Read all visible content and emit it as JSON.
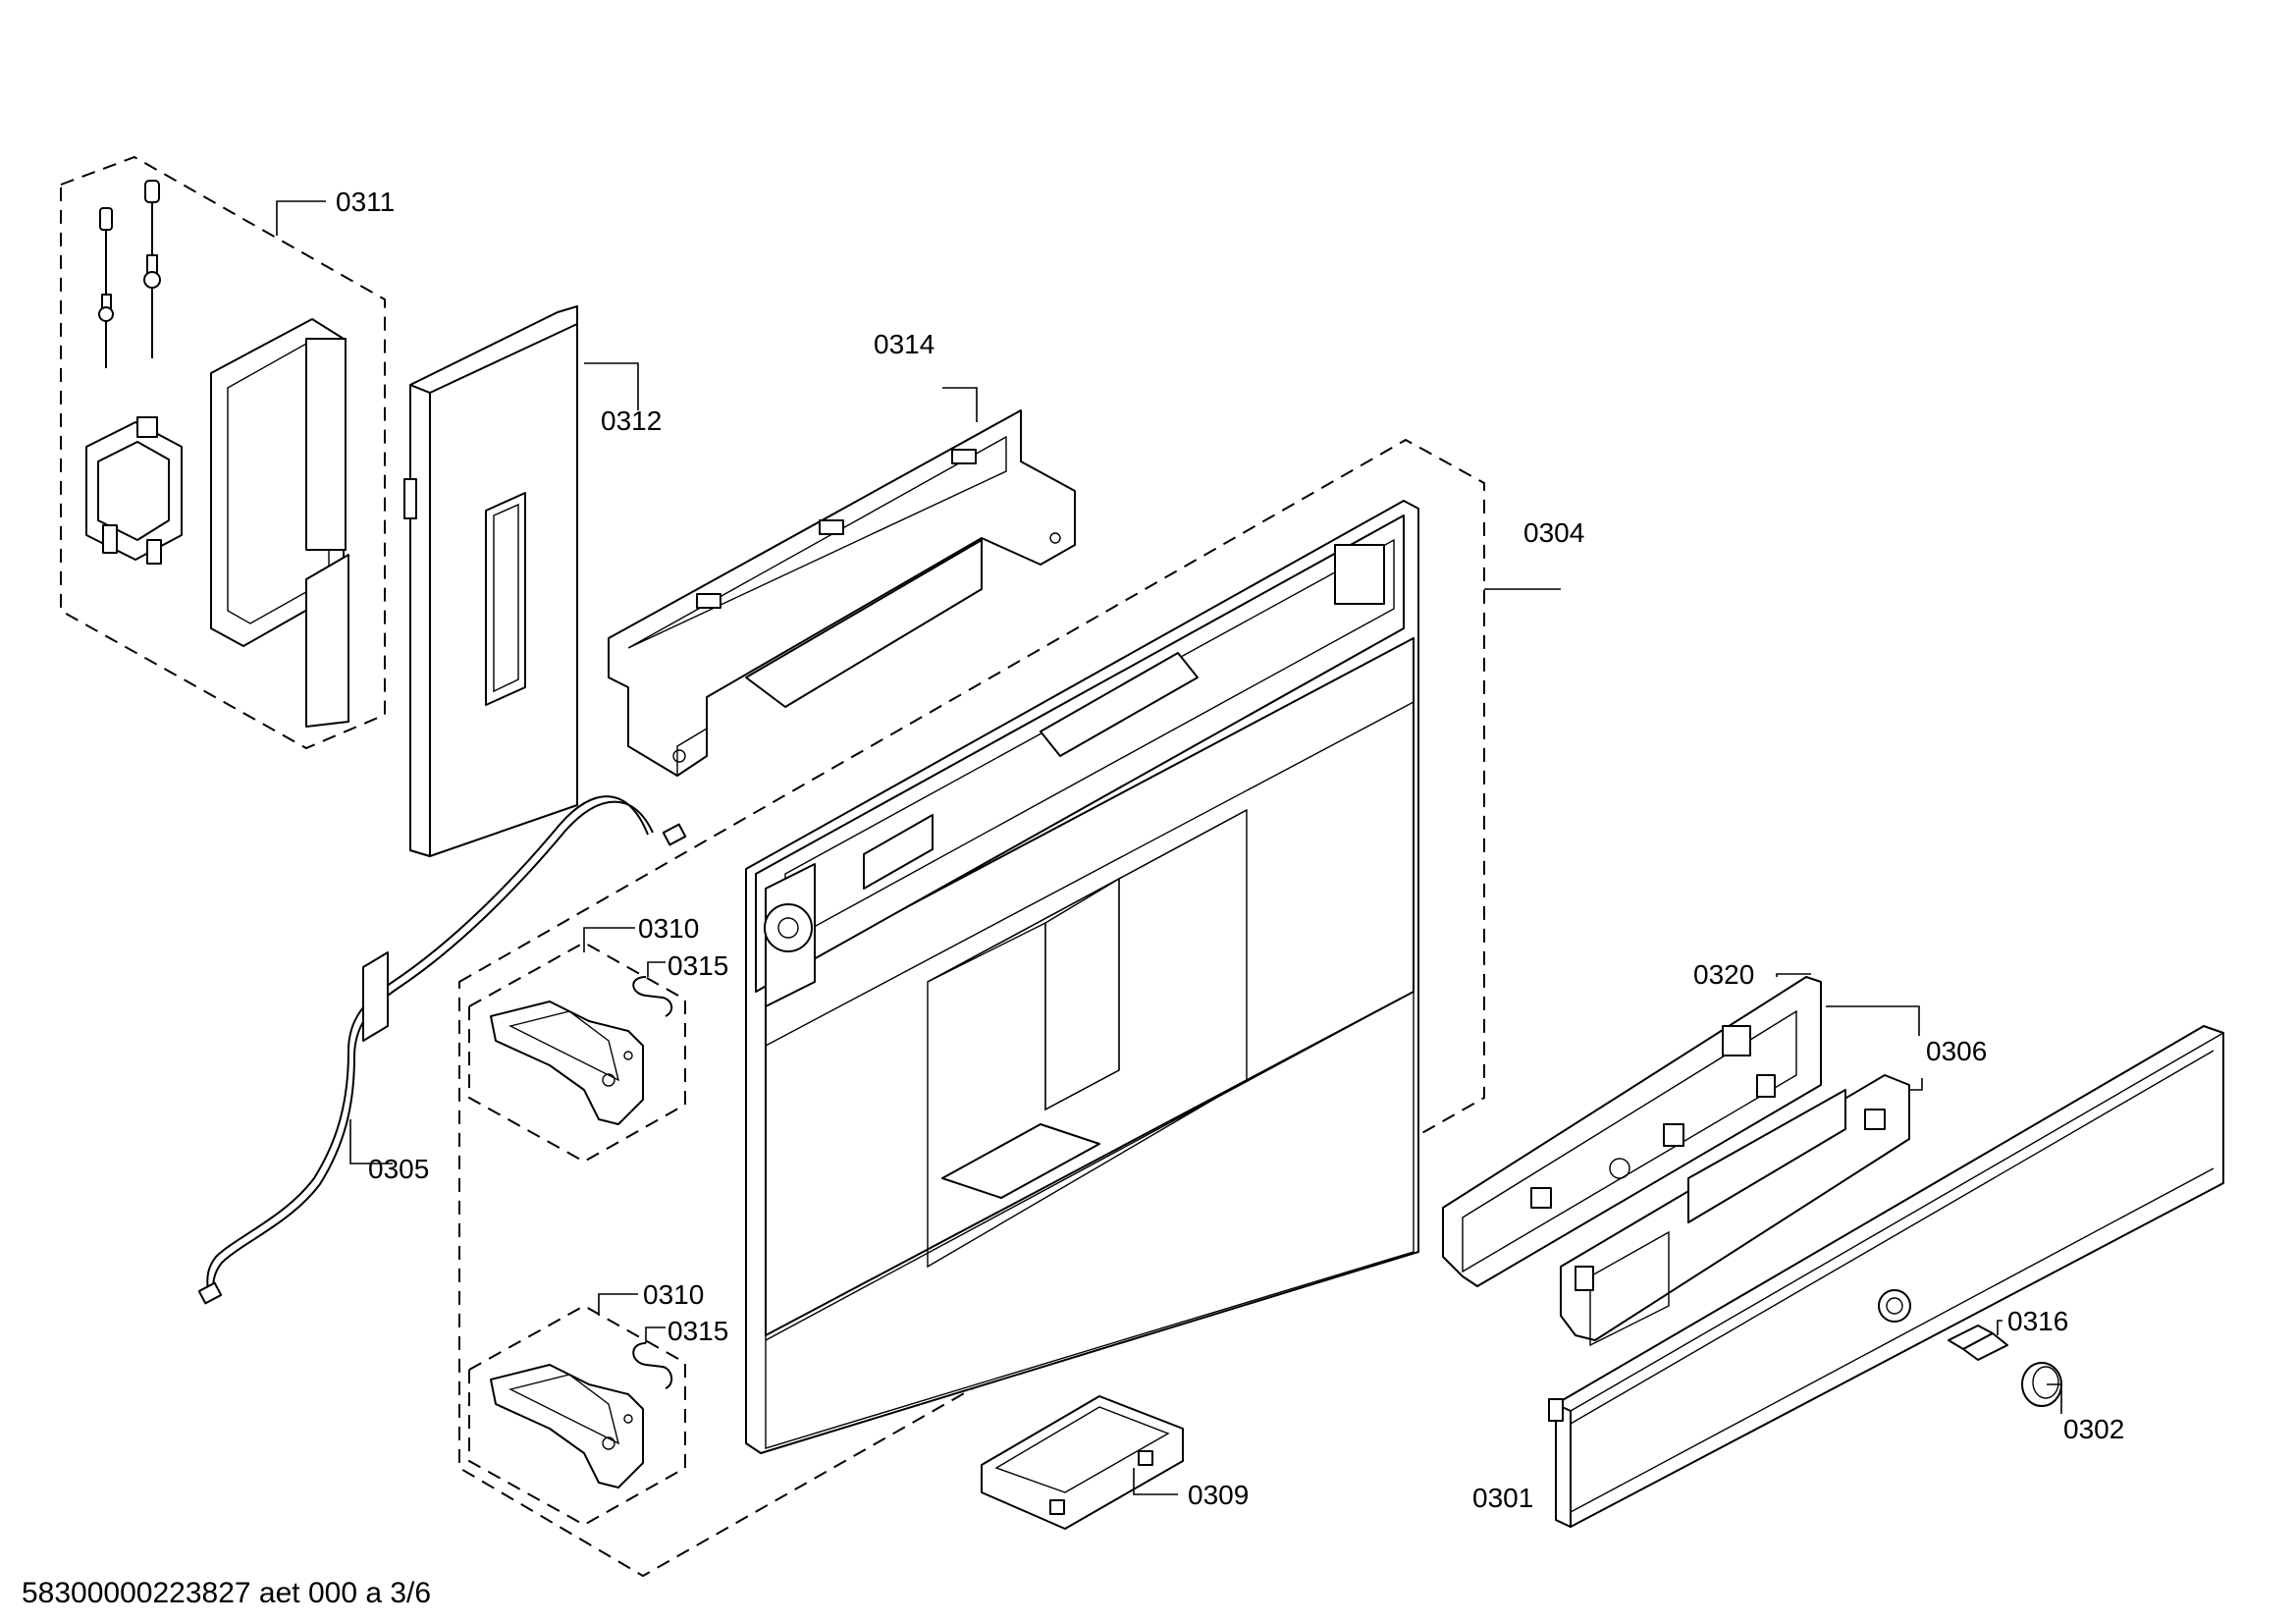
{
  "callouts": {
    "c0311": "0311",
    "c0312": "0312",
    "c0314": "0314",
    "c0304": "0304",
    "c0310a": "0310",
    "c0315a": "0315",
    "c0305": "0305",
    "c0310b": "0310",
    "c0315b": "0315",
    "c0320": "0320",
    "c0306": "0306",
    "c0316": "0316",
    "c0302": "0302",
    "c0301": "0301",
    "c0309": "0309"
  },
  "footer_id": "58300000223827 aet 000 a 3/6"
}
